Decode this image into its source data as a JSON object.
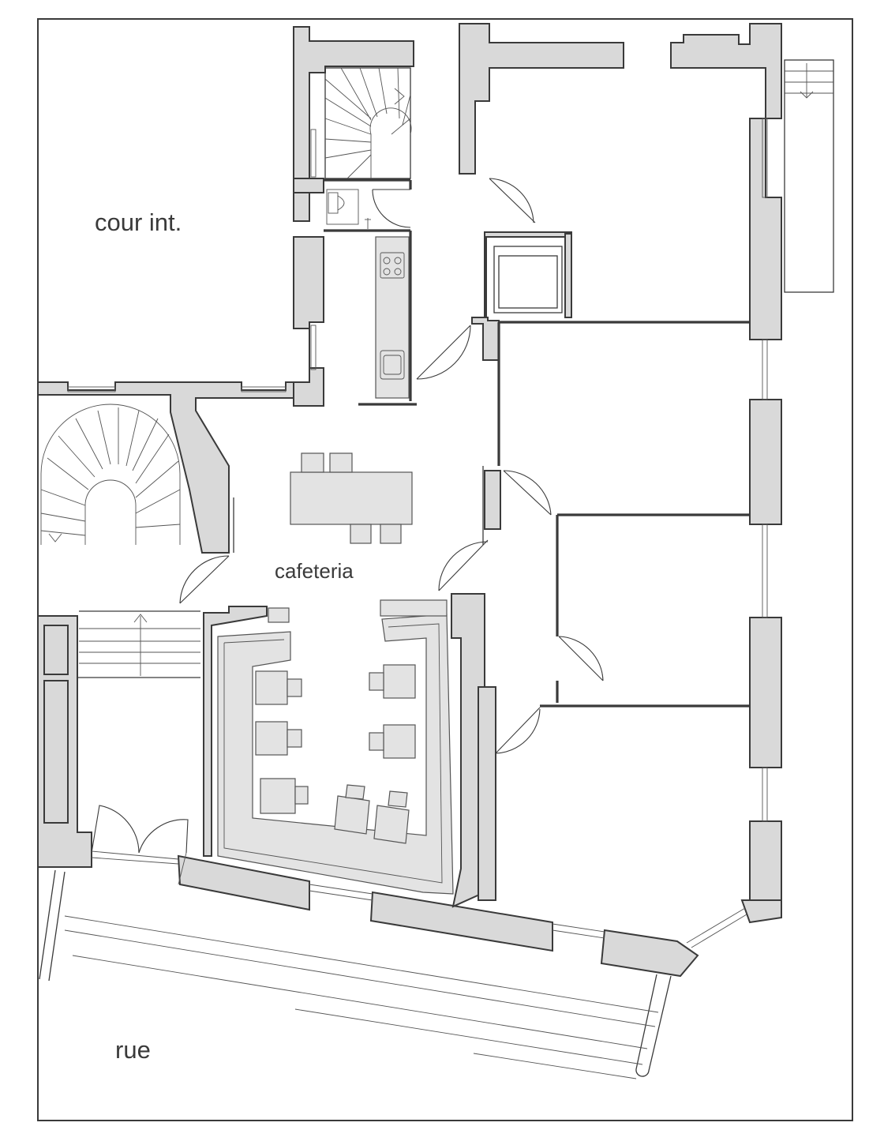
{
  "rooms": {
    "courtyard": "cour int.",
    "cafeteria": "cafeteria",
    "street": "rue"
  },
  "colors": {
    "wall_fill": "#d9d9d9",
    "line": "#3a3a3a",
    "furniture_fill": "#e3e3e3",
    "background": "#ffffff"
  }
}
